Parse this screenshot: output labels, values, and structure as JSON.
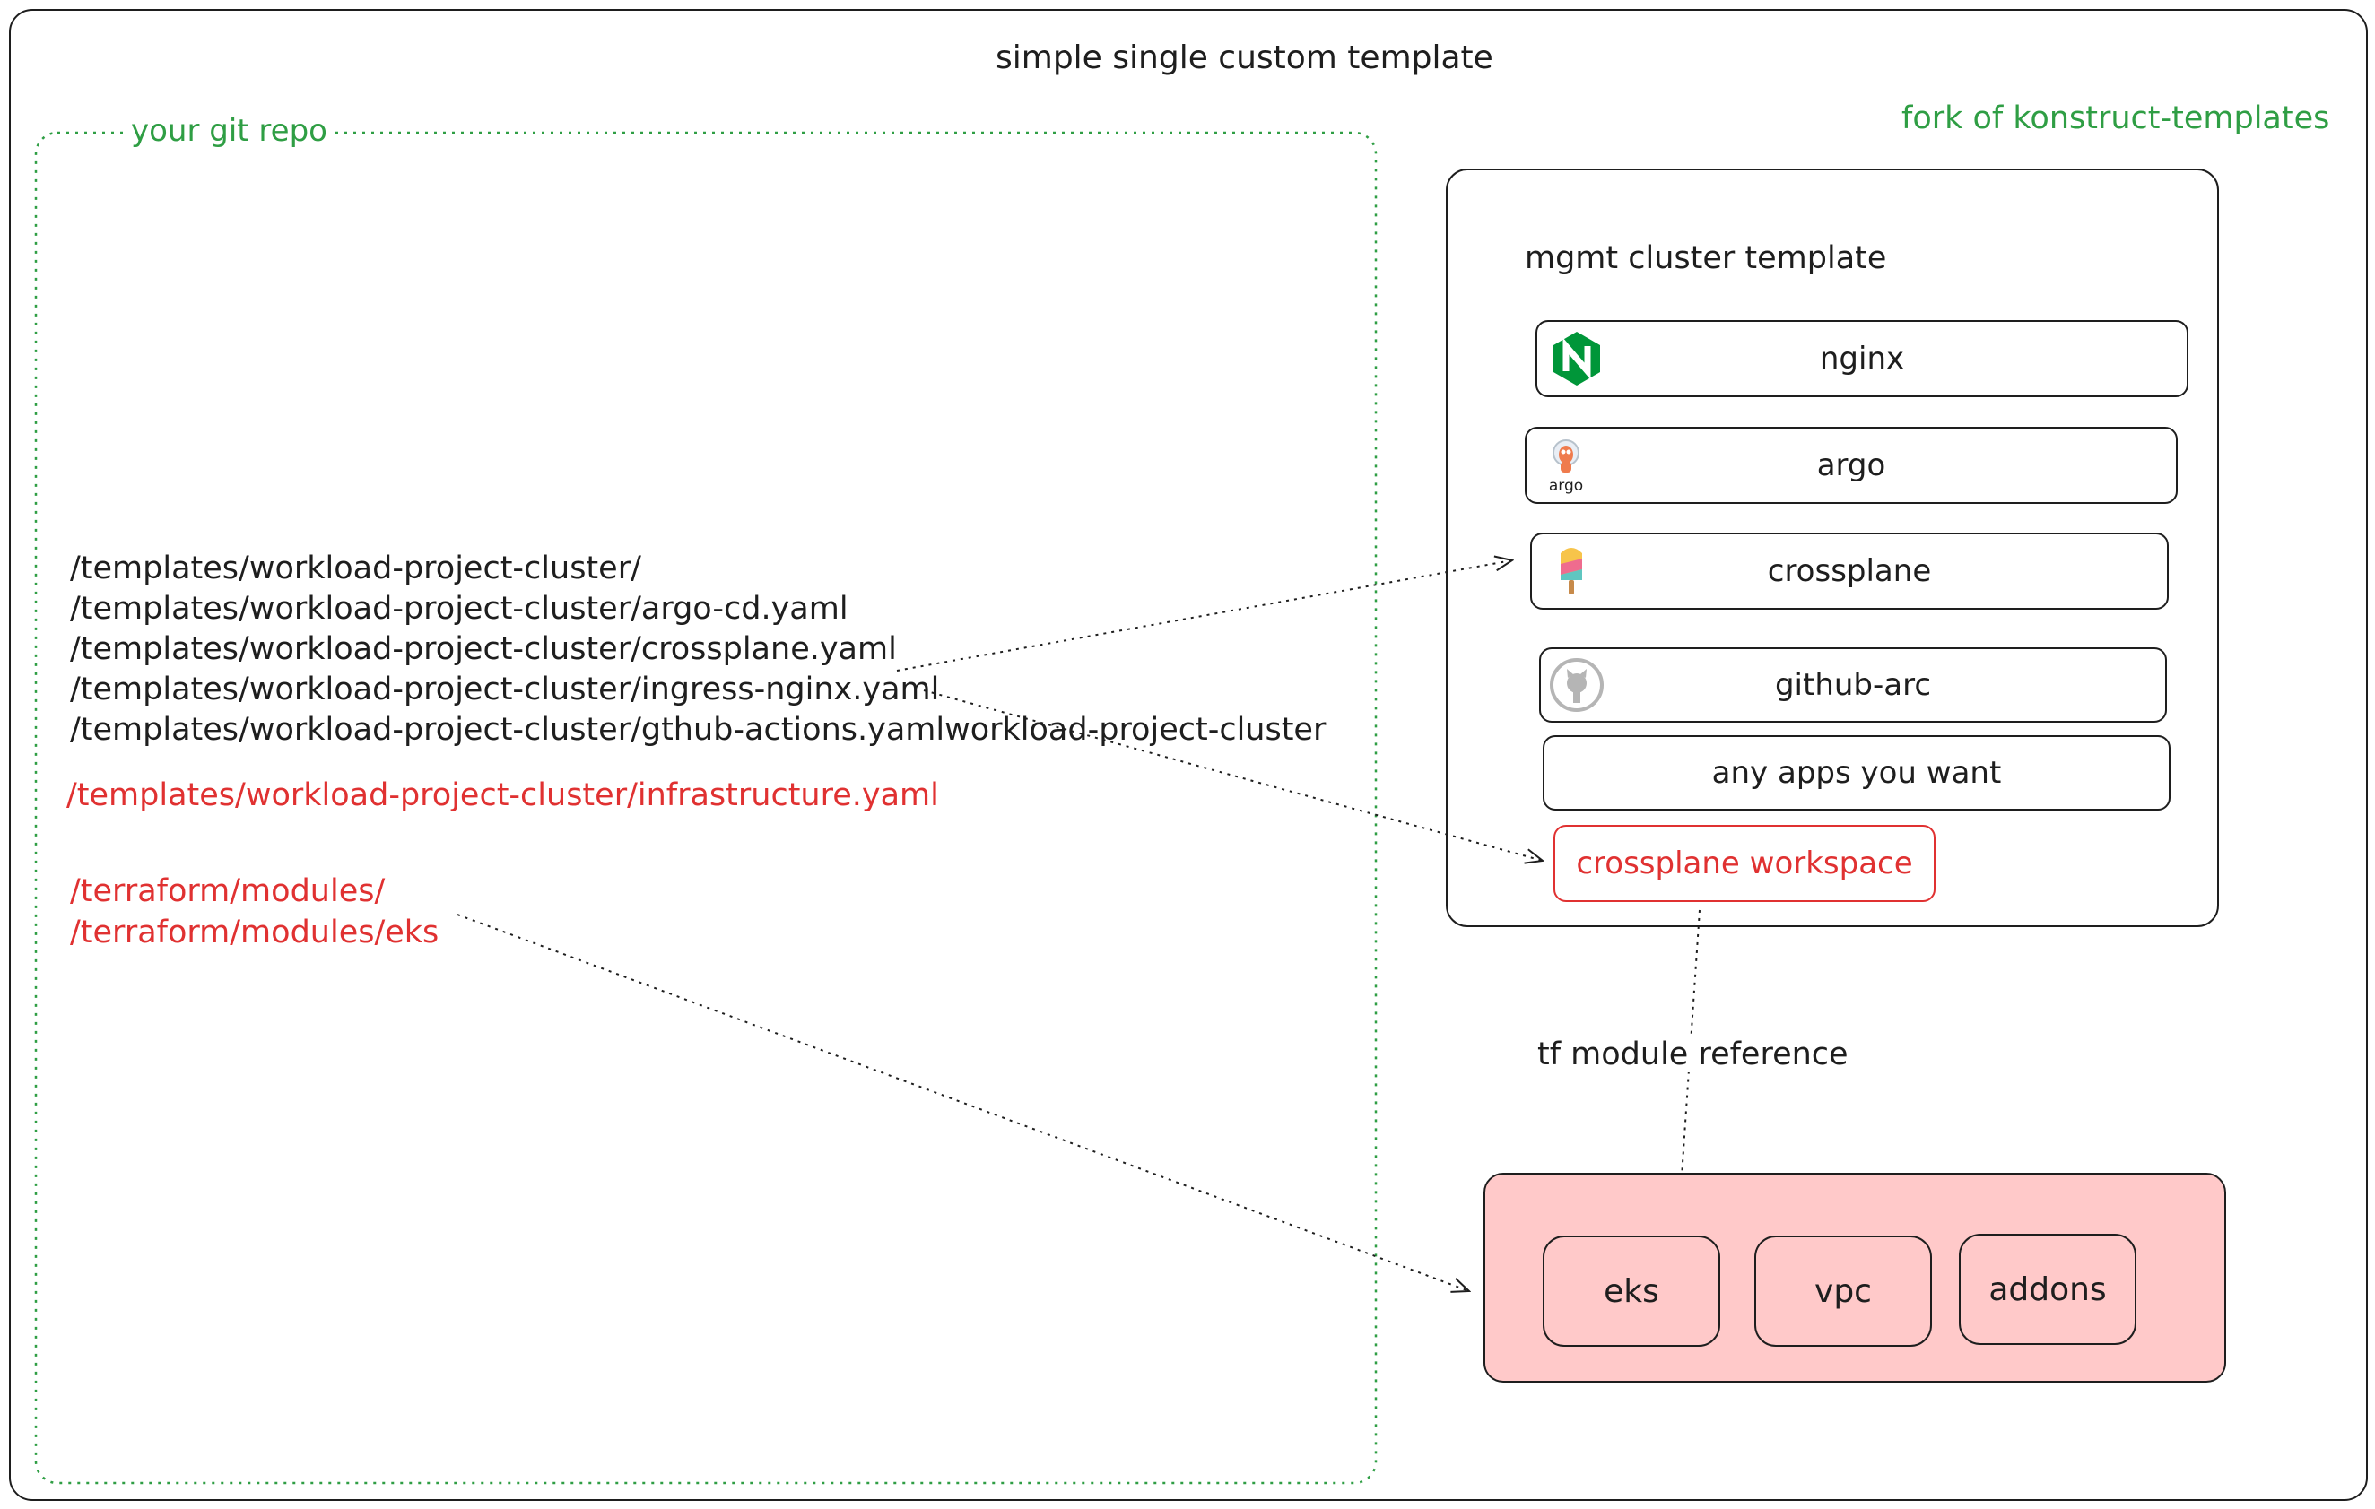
{
  "title": "simple single custom template",
  "git_repo": {
    "label": "your git repo",
    "paths": [
      "/templates/workload-project-cluster/",
      "/templates/workload-project-cluster/argo-cd.yaml",
      "/templates/workload-project-cluster/crossplane.yaml",
      "/templates/workload-project-cluster/ingress-nginx.yaml",
      "/templates/workload-project-cluster/gthub-actions.yamlworkload-project-cluster"
    ],
    "infra_path": "/templates/workload-project-cluster/infrastructure.yaml",
    "terraform_paths": [
      "/terraform/modules/",
      "/terraform/modules/eks"
    ]
  },
  "fork": {
    "label": "fork of konstruct-templates",
    "mgmt_title": "mgmt cluster template",
    "apps": [
      {
        "label": "nginx",
        "icon": "nginx-icon"
      },
      {
        "label": "argo",
        "icon": "argo-icon",
        "icon_text": "argo"
      },
      {
        "label": "crossplane",
        "icon": "crossplane-icon"
      },
      {
        "label": "github-arc",
        "icon": "github-icon"
      },
      {
        "label": "any apps you want"
      }
    ],
    "workspace": "crossplane workspace"
  },
  "tf_reference_label": "tf module reference",
  "modules": [
    "eks",
    "vpc",
    "addons"
  ],
  "colors": {
    "stroke": "#1e1e1e",
    "green": "#2f9e44",
    "red": "#e03131",
    "module_fill": "#ffc9c9",
    "nginx_green": "#009639"
  }
}
